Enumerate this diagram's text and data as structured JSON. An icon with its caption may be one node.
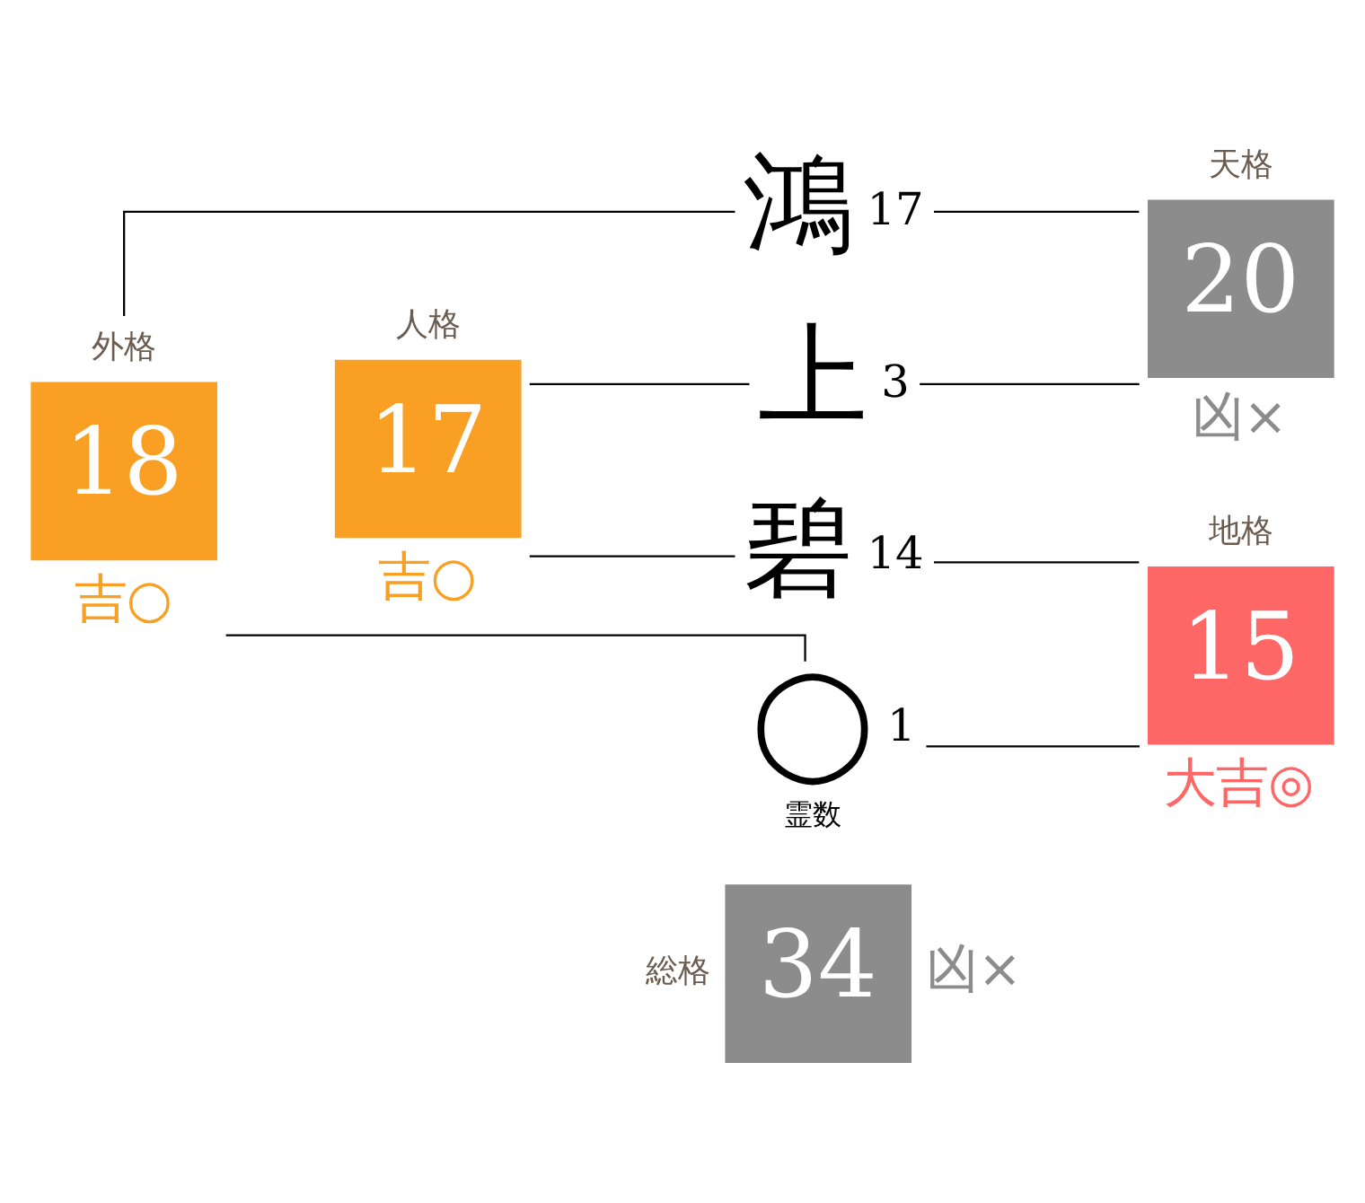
{
  "diagram": {
    "nodes": [
      {
        "text": [
          "外格",
          "18"
        ],
        "beside": [
          "吉○"
        ]
      },
      {
        "text": [
          "鴻"
        ],
        "beside": [
          "17"
        ]
      },
      {
        "text": [
          "天格",
          "20"
        ],
        "beside": [
          "凶×"
        ]
      },
      {
        "text": [
          "上"
        ],
        "beside": [
          "3"
        ]
      },
      {
        "text": [
          "人格",
          "17"
        ],
        "beside": [
          "吉○"
        ]
      },
      {
        "text": [
          "碧"
        ],
        "beside": [
          "14"
        ]
      },
      {
        "text": [
          "地格",
          "15"
        ],
        "beside": [
          "大吉◎"
        ]
      },
      {
        "text": [
          "◯"
        ],
        "beside": [
          "1",
          "霊数"
        ]
      },
      {
        "text": [
          "総格",
          "34"
        ],
        "beside": [
          "凶×"
        ]
      }
    ],
    "edges": [
      {
        "from": 0,
        "to": 1,
        "arrow": "none"
      },
      {
        "from": 0,
        "to": 7,
        "arrow": "none"
      },
      {
        "from": 1,
        "to": 2,
        "arrow": "none"
      },
      {
        "from": 3,
        "to": 2,
        "arrow": "none"
      },
      {
        "from": 4,
        "to": 3,
        "arrow": "none"
      },
      {
        "from": 4,
        "to": 5,
        "arrow": "none"
      },
      {
        "from": 5,
        "to": 6,
        "arrow": "none"
      },
      {
        "from": 7,
        "to": 6,
        "arrow": "none"
      }
    ]
  }
}
